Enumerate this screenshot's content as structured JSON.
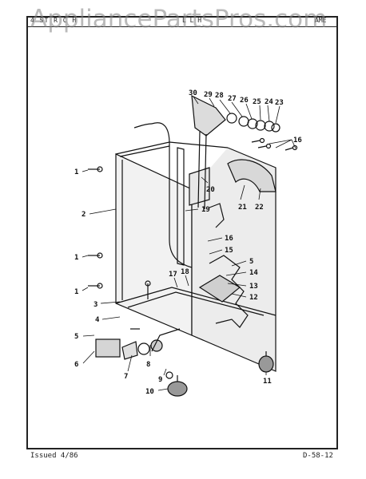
{
  "watermark": "AppliancePartsPros.com",
  "header": {
    "left": "4 ST R C H",
    "middle": "L L H",
    "right": "AME"
  },
  "footer": {
    "issued": "Issued 4/86",
    "page_code": "D-58-12"
  },
  "callouts": [
    "1",
    "2",
    "1",
    "1",
    "3",
    "4",
    "5",
    "6",
    "7",
    "8",
    "9",
    "10",
    "11",
    "12",
    "13",
    "14",
    "5",
    "15",
    "16",
    "17",
    "18",
    "19",
    "20",
    "21",
    "22",
    "16",
    "23",
    "24",
    "25",
    "26",
    "27",
    "28",
    "29",
    "30"
  ]
}
